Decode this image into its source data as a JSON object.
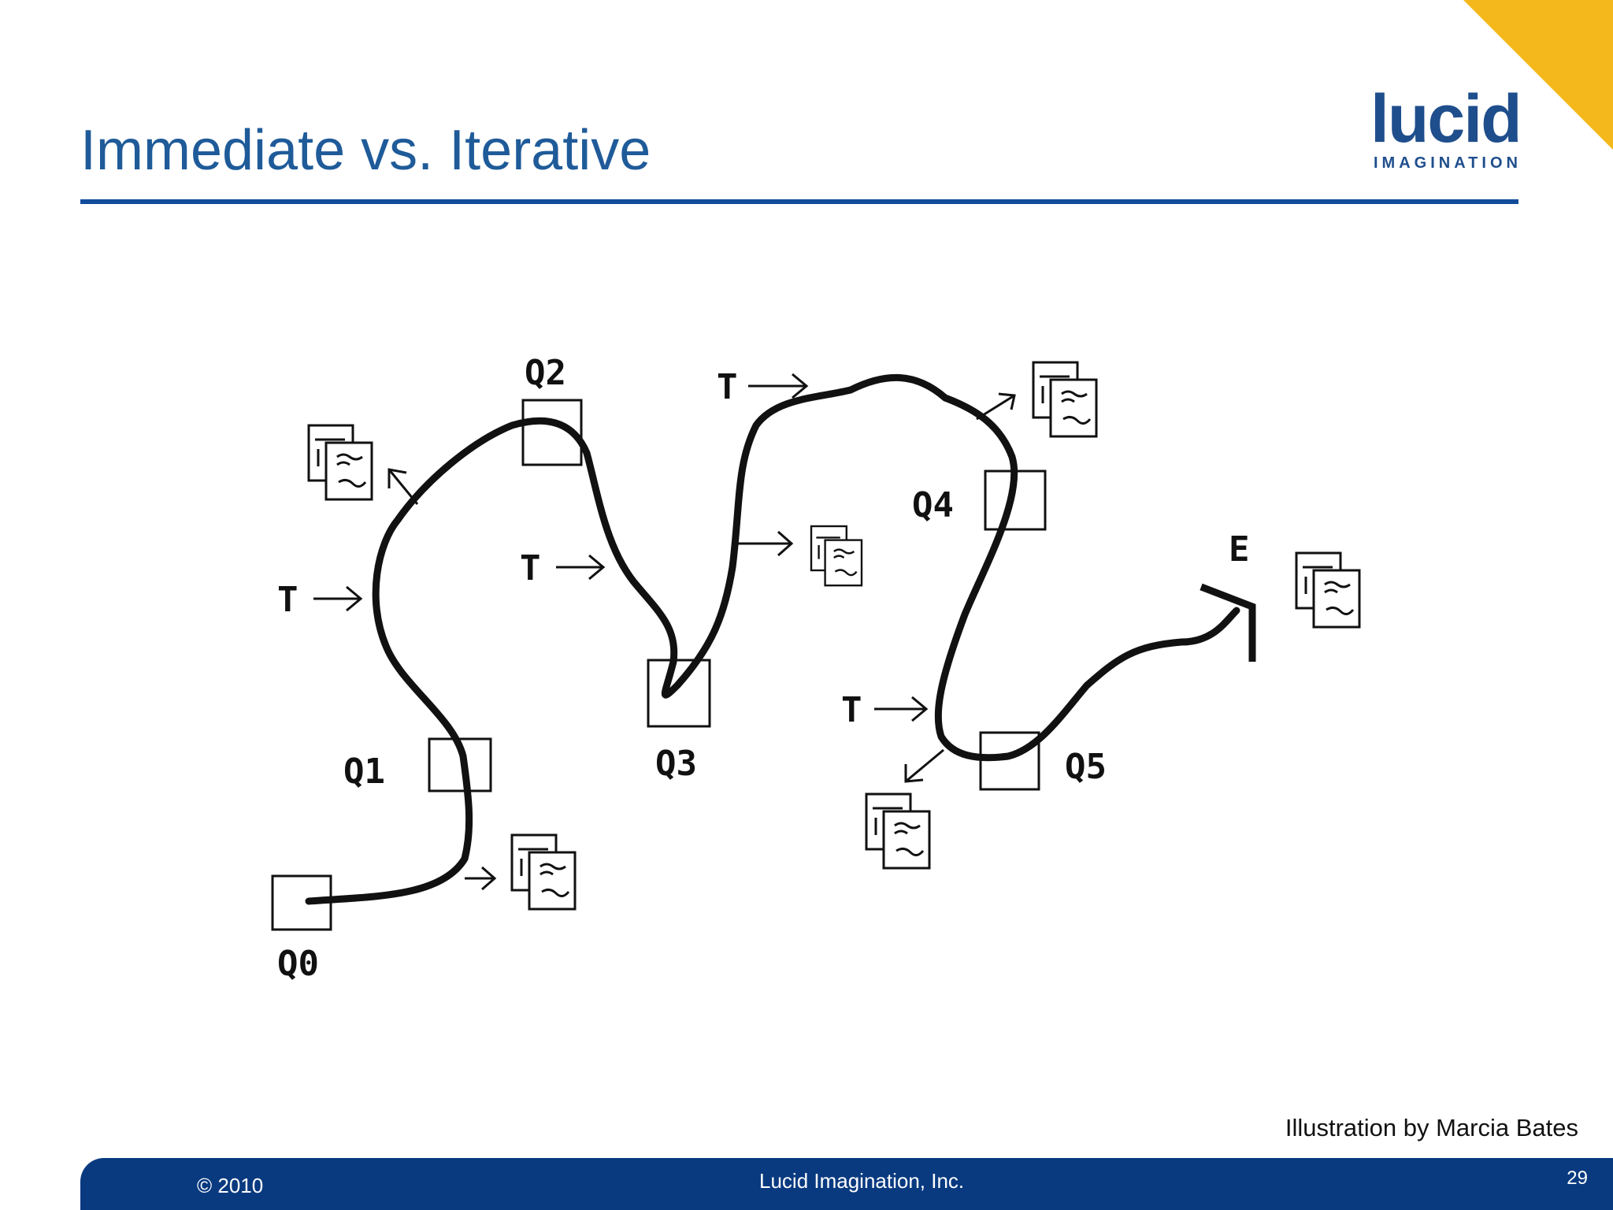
{
  "slide": {
    "title": "Immediate vs. Iterative",
    "logo": {
      "word": "lucid",
      "sub": "IMAGINATION"
    },
    "caption": "Illustration by Marcia Bates",
    "footer": {
      "copyright": "© 2010",
      "company": "Lucid Imagination, Inc.",
      "page": "29"
    }
  },
  "diagram": {
    "query_labels": [
      "Q0",
      "Q1",
      "Q2",
      "Q3",
      "Q4",
      "Q5"
    ],
    "thought_label": "T",
    "end_label": "E"
  },
  "colors": {
    "accent": "#1F5B99",
    "footer": "#093A80",
    "corner": "#F5B81C"
  }
}
